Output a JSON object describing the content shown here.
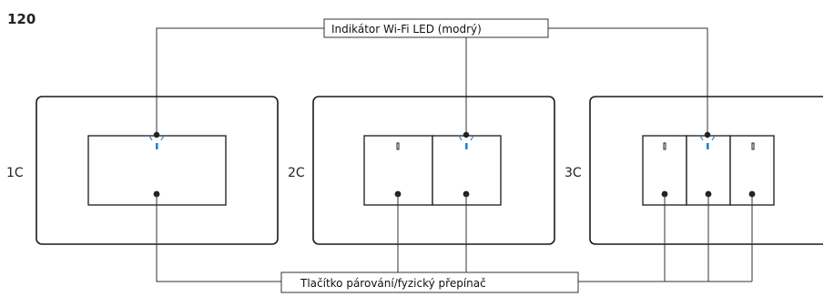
{
  "model_number": "120",
  "labels": {
    "wifi_led": "Indikátor Wi-Fi LED (modrý)",
    "pair_button": "Tlačítko párování/fyzický přepínač"
  },
  "variants": [
    {
      "id": "1c",
      "label": "1C",
      "gangs": 1
    },
    {
      "id": "2c",
      "label": "2C",
      "gangs": 2
    },
    {
      "id": "3c",
      "label": "3C",
      "gangs": 3
    }
  ],
  "colors": {
    "led": "#2a7fd4",
    "line": "#333333"
  }
}
